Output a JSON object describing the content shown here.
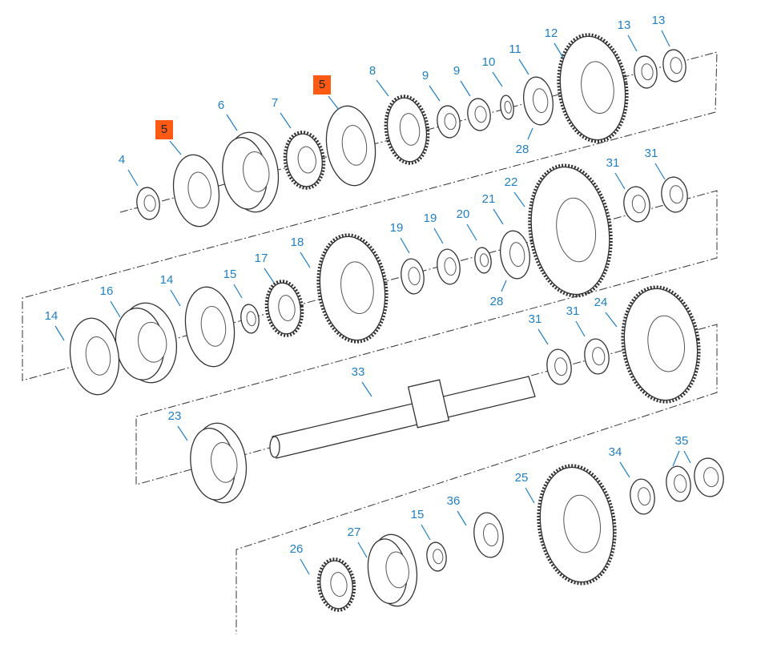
{
  "diagram": {
    "title": "Transmission gear train exploded view",
    "highlight_color": "#ff5a14",
    "label_color": "#1f7fc4",
    "callouts": [
      "4",
      "5",
      "6",
      "7",
      "5",
      "8",
      "9",
      "9",
      "10",
      "11",
      "12",
      "13",
      "13",
      "28",
      "22",
      "21",
      "20",
      "19",
      "19",
      "18",
      "17",
      "15",
      "14",
      "16",
      "14",
      "28",
      "31",
      "31",
      "24",
      "31",
      "31",
      "33",
      "23",
      "34",
      "35",
      "25",
      "36",
      "15",
      "27",
      "26"
    ],
    "highlighted": [
      1,
      4
    ]
  }
}
